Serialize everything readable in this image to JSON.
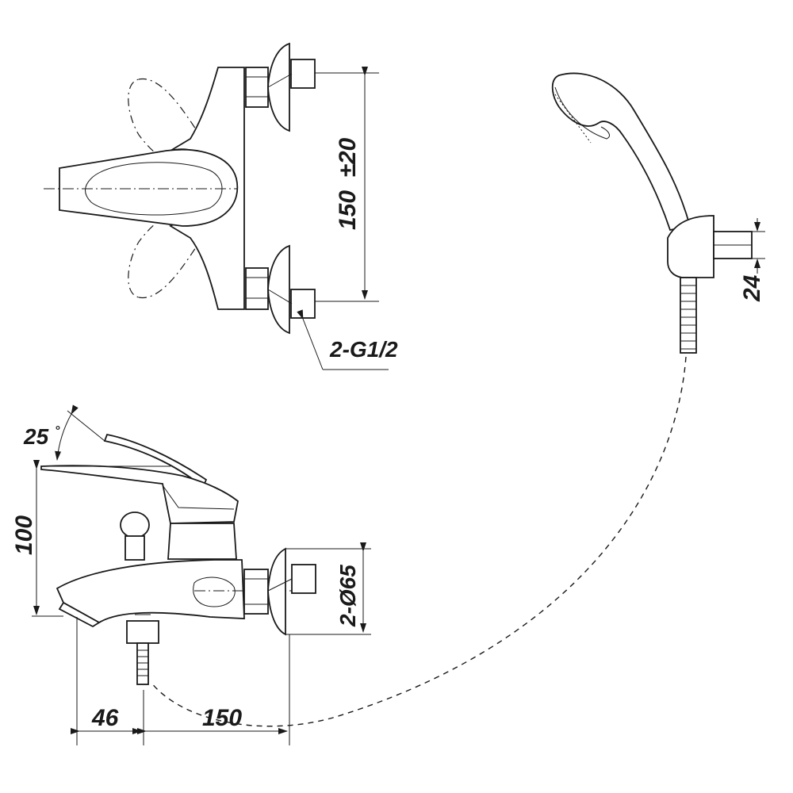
{
  "dimensions": {
    "inlet_spacing": "150",
    "inlet_tolerance": "±20",
    "thread": "2-G1/2",
    "hose_mount": "24",
    "lever_angle": "25",
    "lever_angle_unit": "°",
    "height": "100",
    "flange": "2-Ø65",
    "spout_offset": "46",
    "spout_length": "150"
  }
}
